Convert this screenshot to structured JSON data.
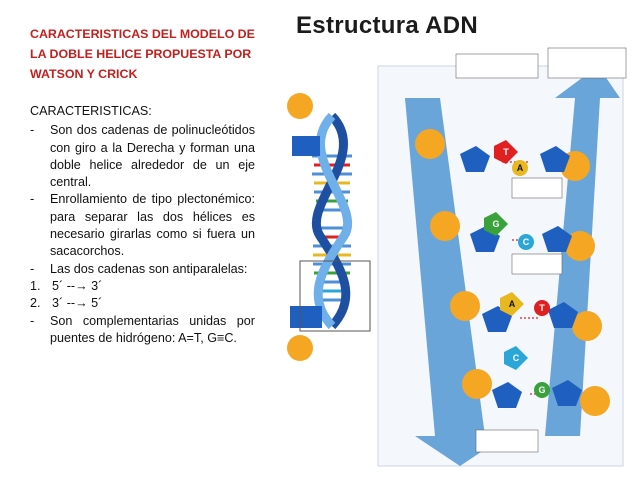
{
  "slide": {
    "title_lines": [
      "CARACTERISTICAS DEL MODELO DE",
      "LA DOBLE HELICE PROPUESTA POR",
      "WATSON Y CRICK"
    ],
    "heading": "CARACTERISTICAS:",
    "items": [
      {
        "marker": "-",
        "text": "Son dos cadenas de polinucleótidos con giro a la Derecha y forman una doble helice alrededor de un eje central."
      },
      {
        "marker": "-",
        "text": "Enrollamiento de tipo plectonémico: para separar las dos hélices es necesario girarlas como si fuera un sacacorchos."
      },
      {
        "marker": "-",
        "text": "Las dos cadenas son antiparalelas:"
      },
      {
        "marker": "1.",
        "text": "5´ --→ 3´"
      },
      {
        "marker": "2.",
        "text": "3´ --→ 5´"
      },
      {
        "marker": "-",
        "text": "Son complementarias unidas por puentes de hidrógeno: A=T, G≡C."
      }
    ]
  },
  "figure": {
    "title": "Estructura ADN",
    "base_letters": [
      "T",
      "A",
      "G",
      "C",
      "A",
      "T",
      "C",
      "G"
    ],
    "colors": {
      "title_red": "#c0211f",
      "arrow_blue": "#5b9bd5",
      "phosphate_orange": "#f5a623",
      "sugar_blue": "#1f5fbf",
      "base_red": "#e02020",
      "base_yellow": "#e8b820",
      "base_green": "#3aa23a",
      "base_cyan": "#2aa7d8"
    }
  }
}
